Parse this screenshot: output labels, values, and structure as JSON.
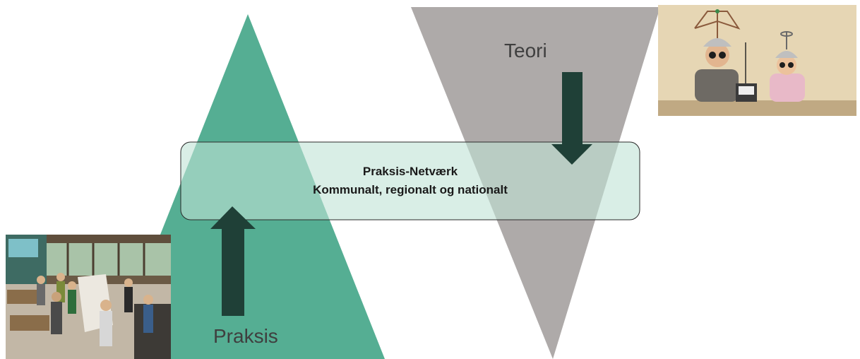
{
  "diagram": {
    "teori_label": "Teori",
    "praksis_label": "Praksis",
    "network_title": "Praksis-Netværk",
    "network_subtitle": "Kommunalt, regionalt og nationalt"
  },
  "colors": {
    "praksis_triangle": "#55ae93",
    "teori_triangle": "#aeaaa9",
    "network_box_fill": "#bfe2d6",
    "arrow": "#1f4037",
    "text": "#3f3f3f"
  },
  "images": {
    "classroom_photo": "classroom-photo",
    "helmet_photo": "mind-reading-helmets-photo"
  }
}
